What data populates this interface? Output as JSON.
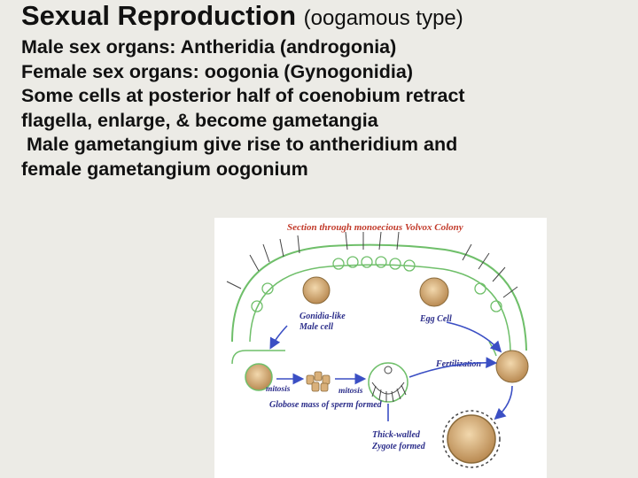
{
  "slide": {
    "title_main": "Sexual Reproduction",
    "title_sub": "(oogamous type)",
    "lines": [
      "Male sex organs: Antheridia (androgonia)",
      "Female sex organs: oogonia (Gynogonidia)",
      "Some cells at posterior half of coenobium retract",
      "flagella, enlarge, & become gametangia",
      " Male gametangium give rise to antheridium and",
      "female gametangium oogonium"
    ]
  },
  "figure": {
    "caption": "Section through monoecious Volvox Colony",
    "labels": {
      "gonidia_like": "Gonidia-like",
      "male_cell": "Male cell",
      "egg_cell": "Egg Cell",
      "fertilization": "Fertilization",
      "mitosis_1": "mitosis",
      "mitosis_2": "mitosis",
      "sperm_mass": "Globose mass of sperm formed",
      "thick_walled": "Thick-walled",
      "zygote_formed": "Zygote formed"
    },
    "colors": {
      "outline": "#6fbf6a",
      "cell_fill": "#d9b07a",
      "arrow": "#3b4fc4",
      "label": "#2b2d8a",
      "caption": "#c23a2a"
    }
  }
}
